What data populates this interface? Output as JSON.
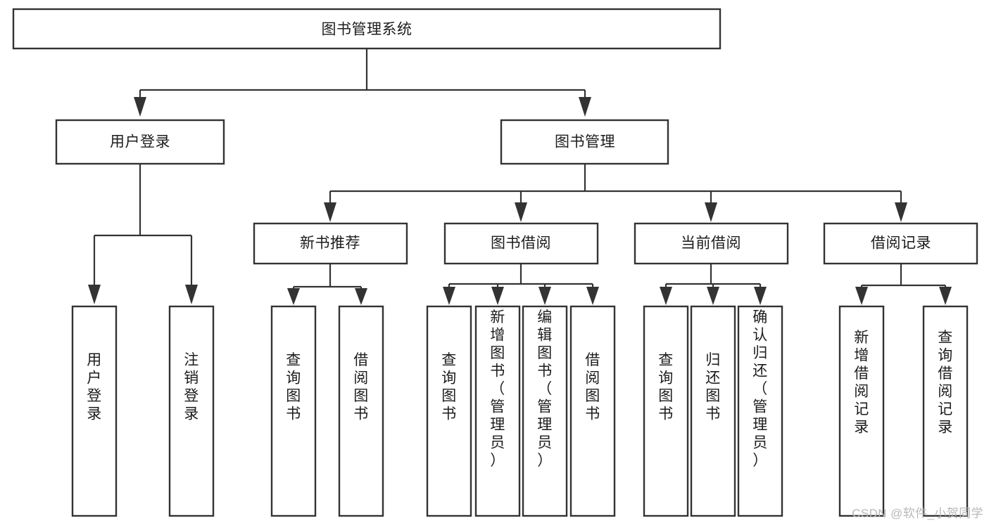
{
  "diagram": {
    "title": "图书管理系统",
    "type": "tree-hierarchy-flowchart",
    "orientation": "top-down",
    "accent_color": "#333333",
    "background_color": "#ffffff",
    "levels": [
      {
        "level": 1,
        "nodes": [
          {
            "id": "root",
            "label": "图书管理系统",
            "text_orientation": "horizontal"
          }
        ]
      },
      {
        "level": 2,
        "nodes": [
          {
            "id": "login",
            "label": "用户登录",
            "text_orientation": "horizontal",
            "parent": "root"
          },
          {
            "id": "bookmgmt",
            "label": "图书管理",
            "text_orientation": "horizontal",
            "parent": "root"
          }
        ]
      },
      {
        "level": 3,
        "nodes": [
          {
            "id": "newbook",
            "label": "新书推荐",
            "text_orientation": "horizontal",
            "parent": "bookmgmt"
          },
          {
            "id": "borrow",
            "label": "图书借阅",
            "text_orientation": "horizontal",
            "parent": "bookmgmt"
          },
          {
            "id": "current",
            "label": "当前借阅",
            "text_orientation": "horizontal",
            "parent": "bookmgmt"
          },
          {
            "id": "records",
            "label": "借阅记录",
            "text_orientation": "horizontal",
            "parent": "bookmgmt"
          }
        ]
      },
      {
        "level": 4,
        "nodes": [
          {
            "id": "leaf1",
            "label": "用户登录",
            "text_orientation": "vertical",
            "parent": "login"
          },
          {
            "id": "leaf2",
            "label": "注销登录",
            "text_orientation": "vertical",
            "parent": "login"
          },
          {
            "id": "leaf3",
            "label": "查询图书",
            "text_orientation": "vertical",
            "parent": "newbook"
          },
          {
            "id": "leaf4",
            "label": "借阅图书",
            "text_orientation": "vertical",
            "parent": "newbook"
          },
          {
            "id": "leaf5",
            "label": "查询图书",
            "text_orientation": "vertical",
            "parent": "borrow"
          },
          {
            "id": "leaf6",
            "label": "新增图书（管理员）",
            "text_orientation": "vertical",
            "parent": "borrow"
          },
          {
            "id": "leaf7",
            "label": "编辑图书（管理员）",
            "text_orientation": "vertical",
            "parent": "borrow"
          },
          {
            "id": "leaf8",
            "label": "借阅图书",
            "text_orientation": "vertical",
            "parent": "borrow"
          },
          {
            "id": "leaf9",
            "label": "查询图书",
            "text_orientation": "vertical",
            "parent": "current"
          },
          {
            "id": "leaf10",
            "label": "归还图书",
            "text_orientation": "vertical",
            "parent": "current"
          },
          {
            "id": "leaf11",
            "label": "确认归还（管理员）",
            "text_orientation": "vertical",
            "parent": "current"
          },
          {
            "id": "leaf12",
            "label": "新增借阅记录",
            "text_orientation": "vertical",
            "parent": "records"
          },
          {
            "id": "leaf13",
            "label": "查询借阅记录",
            "text_orientation": "vertical",
            "parent": "records"
          }
        ]
      }
    ]
  },
  "watermark": {
    "text": "CSDN @软件_小贺同学"
  }
}
